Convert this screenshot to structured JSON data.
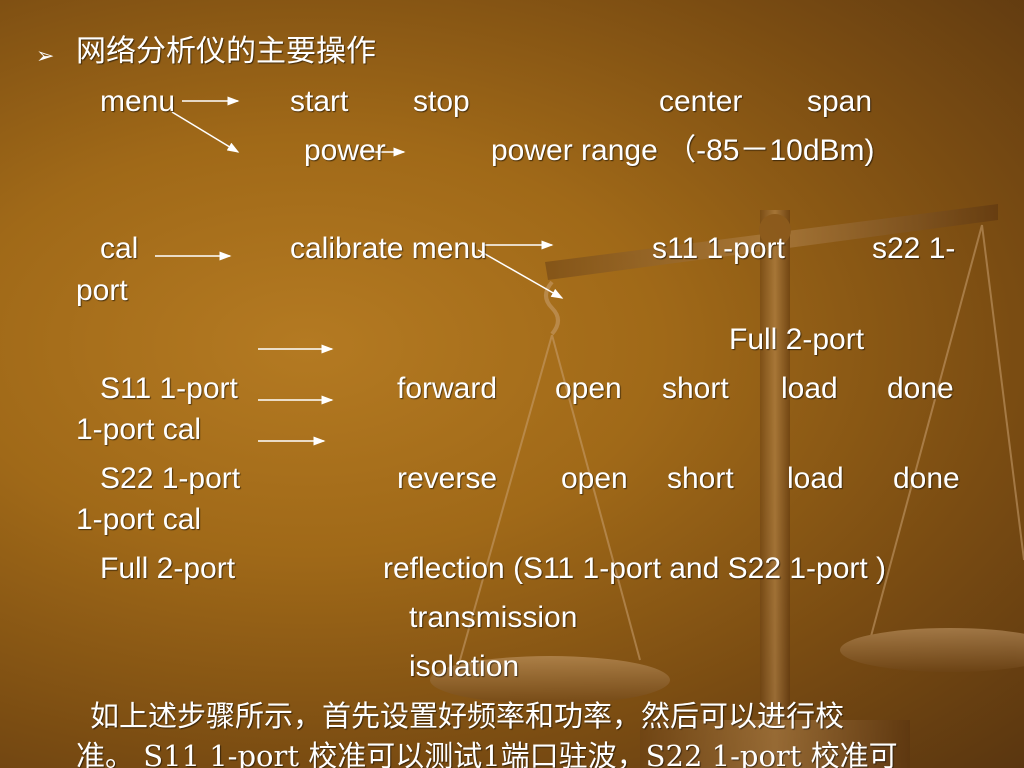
{
  "heading": {
    "bullet": "➢",
    "text": "网络分析仪的主要操作"
  },
  "lines": {
    "menu": "menu",
    "start": "start",
    "stop": "stop",
    "center": "center",
    "span": "span",
    "power": "power",
    "power_range": "power  range （-85－10dBm)",
    "cal": "cal",
    "calibrate_menu": "calibrate menu",
    "s11_1port_a": "s11 1-port",
    "s22_1_a": "s22  1-",
    "port": "port",
    "full_2port_a": "Full  2-port",
    "S11_1port": "S11 1-port",
    "forward": "forward",
    "open1": "open",
    "short1": "short",
    "load1": "load",
    "done1": "done",
    "one_port_cal_1": "1-port cal",
    "S22_1port": "S22 1-port",
    "reverse": "reverse",
    "open2": "open",
    "short2": "short",
    "load2": "load",
    "done2": "done",
    "one_port_cal_2": "1-port cal",
    "full_2port_b": "Full  2-port",
    "reflection": "reflection (S11 1-port   and S22 1-port )",
    "transmission": "transmission",
    "isolation": "isolation"
  },
  "paragraph": {
    "line1": "如上述步骤所示，首先设置好频率和功率，然后可以进行校",
    "line2": "准。 S11 1-port 校准可以测试1端口驻波，S22 1-port 校准可"
  },
  "colors": {
    "background": "#a06918",
    "text": "#ffffff"
  },
  "decoration": "balance-scale-illustration"
}
